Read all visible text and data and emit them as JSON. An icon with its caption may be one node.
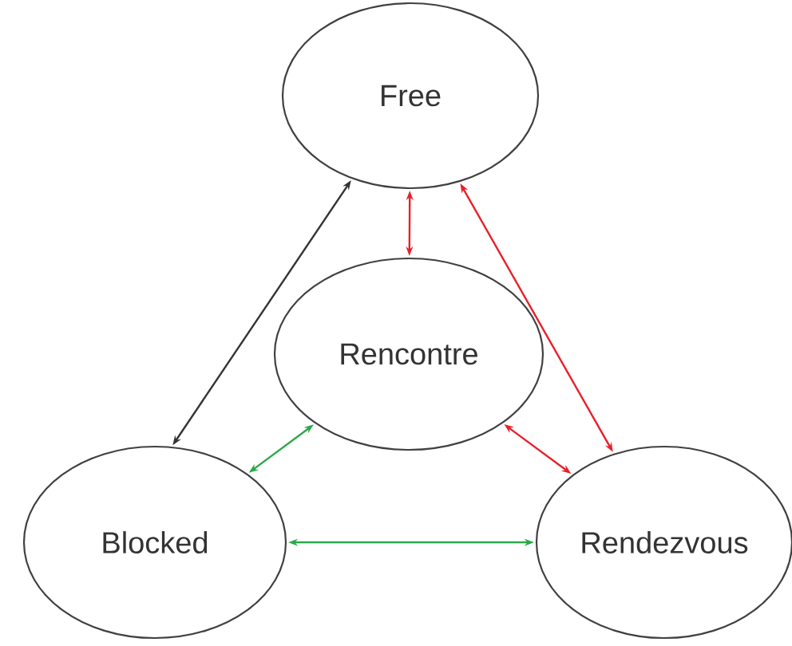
{
  "diagram": {
    "nodes": [
      {
        "text": [
          "Free"
        ]
      },
      {
        "text": [
          "Rencontre"
        ]
      },
      {
        "text": [
          "Blocked"
        ]
      },
      {
        "text": [
          "Rendezvous"
        ]
      }
    ],
    "edges": [
      {
        "from": 0,
        "to": 2,
        "arrow": "both",
        "color": "#333333"
      },
      {
        "from": 0,
        "to": 1,
        "arrow": "both",
        "color": "#e8202a"
      },
      {
        "from": 0,
        "to": 3,
        "arrow": "both",
        "color": "#e8202a"
      },
      {
        "from": 1,
        "to": 2,
        "arrow": "both",
        "color": "#2aa84a"
      },
      {
        "from": 1,
        "to": 3,
        "arrow": "both",
        "color": "#e8202a"
      },
      {
        "from": 2,
        "to": 3,
        "arrow": "both",
        "color": "#2aa84a"
      }
    ]
  }
}
